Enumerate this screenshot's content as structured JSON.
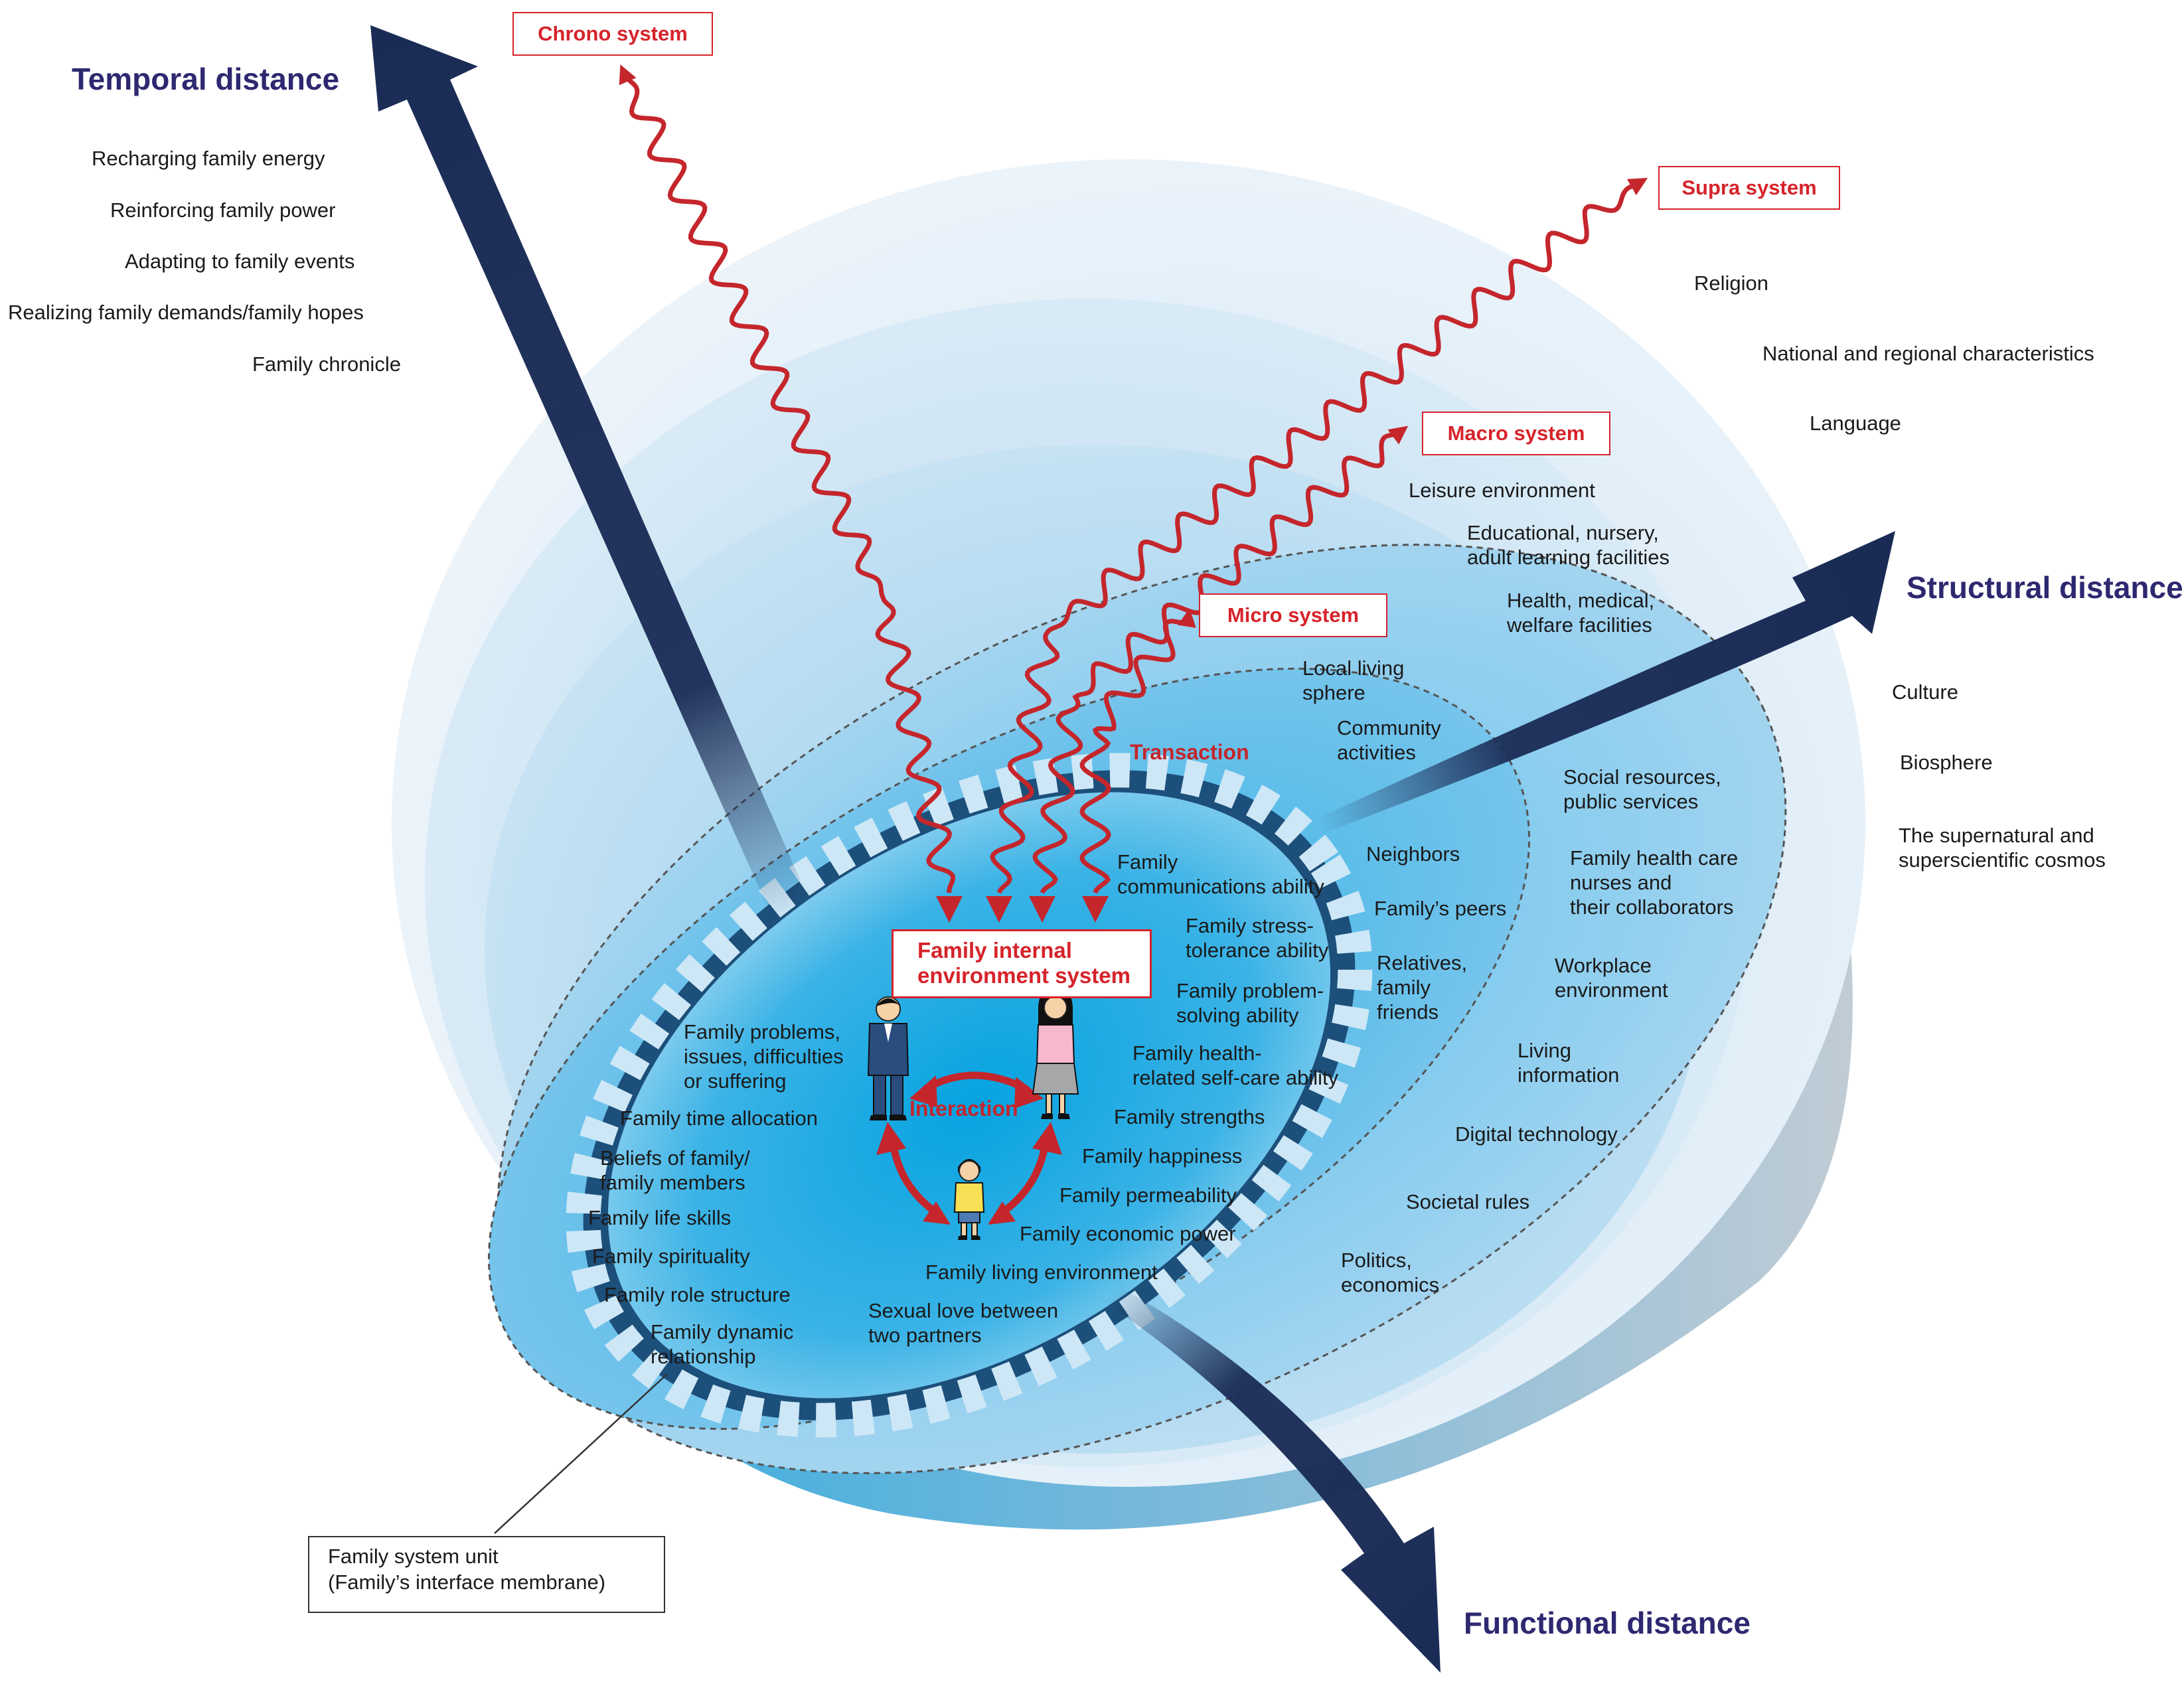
{
  "axes": {
    "temporal": "Temporal distance",
    "structural": "Structural distance",
    "functional": "Functional distance"
  },
  "systems": {
    "chrono": "Chrono system",
    "supra": "Supra system",
    "macro": "Macro system",
    "micro": "Micro system",
    "internal": "Family internal\nenvironment system"
  },
  "relations": {
    "transaction": "Transaction",
    "interaction": "Interaction"
  },
  "temporal_items": [
    "Recharging family energy",
    "Reinforcing family power",
    "Adapting to family events",
    "Realizing family demands/family hopes",
    "Family chronicle"
  ],
  "supra_items": [
    "Religion",
    "National and regional characteristics",
    "Language",
    "Culture",
    "Biosphere",
    "The supernatural and\nsuperscientific cosmos"
  ],
  "macro_items": [
    "Leisure environment",
    "Educational, nursery,\nadult learning facilities",
    "Health, medical,\nwelfare facilities",
    "Social resources,\npublic services",
    "Family health care\nnurses and\ntheir collaborators",
    "Workplace\nenvironment",
    "Living\ninformation",
    "Digital technology",
    "Societal rules",
    "Politics,\neconomics"
  ],
  "micro_items": [
    "Local living\nsphere",
    "Community\nactivities",
    "Neighbors",
    "Family’s peers",
    "Relatives,\nfamily\nfriends"
  ],
  "family_right": [
    "Family\ncommunications ability",
    "Family stress-\ntolerance ability",
    "Family problem-\nsolving ability",
    "Family health-\nrelated self-care ability",
    "Family strengths",
    "Family happiness",
    "Family permeability",
    "Family economic power",
    "Family living environment",
    "Sexual love between\ntwo partners"
  ],
  "family_left": [
    "Family problems,\nissues, difficulties\nor suffering",
    "Family time allocation",
    "Beliefs of family/\nfamily members",
    "Family life skills",
    "Family spirituality",
    "Family role structure",
    "Family dynamic\nrelationship"
  ],
  "callout": "Family system unit\n(Family’s interface membrane)",
  "icons": {
    "father": "father-figure-icon",
    "mother": "mother-figure-icon",
    "child": "child-figure-icon"
  },
  "colors": {
    "axis_arrow": "#1f3462",
    "system_red": "#d6232a",
    "axis_text": "#2e2870",
    "sphere_light": "#e6f1fa",
    "core_blue": "#0aa6e0"
  }
}
